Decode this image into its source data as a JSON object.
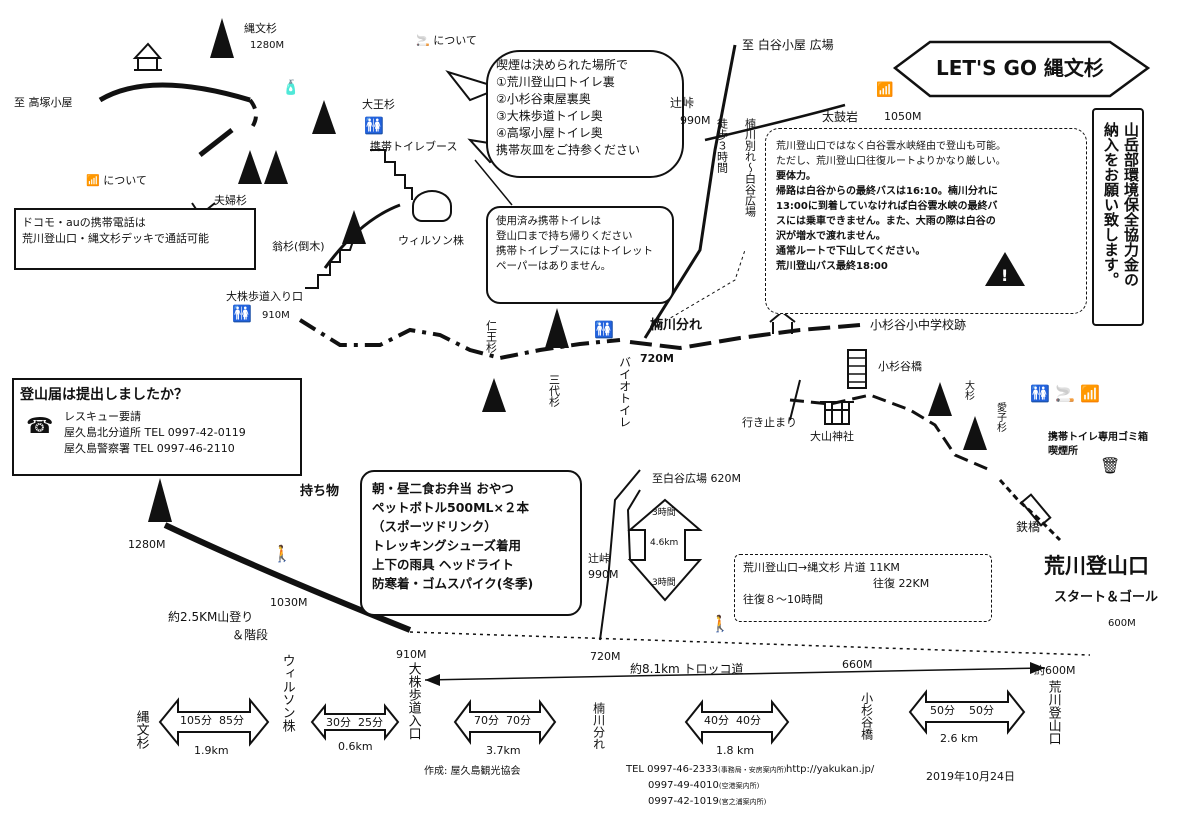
{
  "title": "LET'S GO 縄文杉",
  "notices": {
    "smoking_label": "について",
    "smoking_lines": [
      "喫煙は決められた場所で",
      "①荒川登山口トイレ裏",
      "②小杉谷東屋裏奥",
      "③大株歩道トイレ奥",
      "④高塚小屋トイレ奥",
      "携帯灰皿をご持参ください"
    ],
    "phone_label": "について",
    "phone_lines": [
      "ドコモ・auの携帯電話は",
      "荒川登山口・縄文杉デッキで通話可能"
    ],
    "toilet_lines": [
      "使用済み携帯トイレは",
      "登山口まで持ち帰りください",
      "携帯トイレブースにはトイレット",
      "ペーパーはありません。"
    ],
    "route_lines": [
      "荒川登山口ではなく白谷雲水峡経由で登山も可能。",
      "ただし、荒川登山口往復ルートよりかなり厳しい。",
      "要体力。",
      "帰路は白谷からの最終バスは16:10。楠川分れに",
      "13:00に到着していなければ白谷雲水峡の最終バ",
      "スには乗車できません。また、大雨の際は白谷の",
      "沢が増水で渡れません。",
      "通常ルートで下山してください。",
      "荒川登山バス最終18:00"
    ],
    "fund_lines": [
      "山岳部環境保全協力金の",
      "納入をお願い致します。"
    ],
    "register": {
      "title": "登山届は提出しましたか？",
      "rescue": "レスキュー要請",
      "police1": "屋久島北分道所",
      "tel1": "TEL 0997-42-0119",
      "police2": "屋久島警察署",
      "tel2": "TEL 0997-46-2110"
    },
    "items_label": "持ち物",
    "items_lines": [
      "朝・昼二食お弁当 おやつ",
      "ペットボトル500ML×２本",
      "（スポーツドリンク）",
      "トレッキングシューズ着用",
      "上下の雨具 ヘッドライト",
      "防寒着・ゴムスパイク(冬季)"
    ],
    "distance_lines": [
      "荒川登山口→縄文杉 片道 11KM",
      "往復 22KM",
      "往復８～10時間"
    ]
  },
  "places": {
    "to_takatsuka": "至 高塚小屋",
    "jomon": "縄文杉",
    "jomon_alt": "1280M",
    "daiosugi": "大王杉",
    "meoto": "夫婦杉",
    "okinasugi": "翁杉(倒木)",
    "wilson": "ウィルソン株",
    "booth": "携帯トイレブース",
    "okabu_entrance": "大株歩道入り口",
    "alt_910": "910M",
    "niosugi": "仁王杉",
    "sandaisugi": "三代杉",
    "bio_toilet": "バイオトイレ",
    "kusugawa": "楠川分れ",
    "alt_720": "720M",
    "to_shiratani": "至 白谷小屋 広場",
    "tsujitoge": "辻峠",
    "alt_990": "990M",
    "taikoiwa": "太鼓岩",
    "taikoiwa_alt": "1050M",
    "kusugawa_branch": "楠川別れ〜白谷広場",
    "walk_3h": "徒歩３時間",
    "kosugidani_school": "小杉谷小中学校跡",
    "kosugidani_bridge": "小杉谷橋",
    "dead_end": "行き止まり",
    "oyama_shrine": "大山神社",
    "osugi": "大杉",
    "aikosugi": "愛子杉",
    "toilet_legend": "携帯トイレ専用ゴミ箱",
    "smoking_area": "喫煙所",
    "tekkyo": "鉄橋",
    "arakawa": "荒川登山口",
    "start_goal": "スタート＆ゴール",
    "alt_600": "600M"
  },
  "profile": {
    "alt_1280": "1280M",
    "alt_1030": "1030M",
    "climb": "約2.5KM山登り",
    "stairs": "＆階段",
    "alt_910": "910M",
    "to_shiratani": "至白谷広場 620M",
    "three_h_a": "3時間",
    "dist_46": "4.6km",
    "three_h_b": "3時間",
    "tsujitoge": "辻峠",
    "alt_990": "990M",
    "alt_720": "720M",
    "trolley": "約8.1km トロッコ道",
    "alt_660": "660M",
    "alt_600": "約600M"
  },
  "bottom": {
    "jomon": "縄文杉",
    "wilson": "ウィルソン株",
    "okabu": "大株歩道入口",
    "kusugawa": "楠川分れ",
    "kosugi": "小杉谷橋",
    "arakawa": "荒川登山口",
    "segments": [
      {
        "up": "105分",
        "down": "85分",
        "dist": "1.9km"
      },
      {
        "up": "30分",
        "down": "25分",
        "dist": "0.6km"
      },
      {
        "up": "70分",
        "down": "70分",
        "dist": "3.7km"
      },
      {
        "up": "40分",
        "down": "40分",
        "dist": "1.8 km"
      },
      {
        "up": "50分",
        "down": "50分",
        "dist": "2.6 km"
      }
    ],
    "creator": "作成: 屋久島観光協会",
    "tel_main": "TEL 0997-46-2333",
    "tel_main_note": "(事務局・安房案内所)",
    "url": "http://yakukan.jp/",
    "tel_2": "0997-49-4010",
    "tel_2_note": "(空港案内所)",
    "tel_3": "0997-42-1019",
    "tel_3_note": "(宮之浦案内所)",
    "date": "2019年10月24日"
  }
}
